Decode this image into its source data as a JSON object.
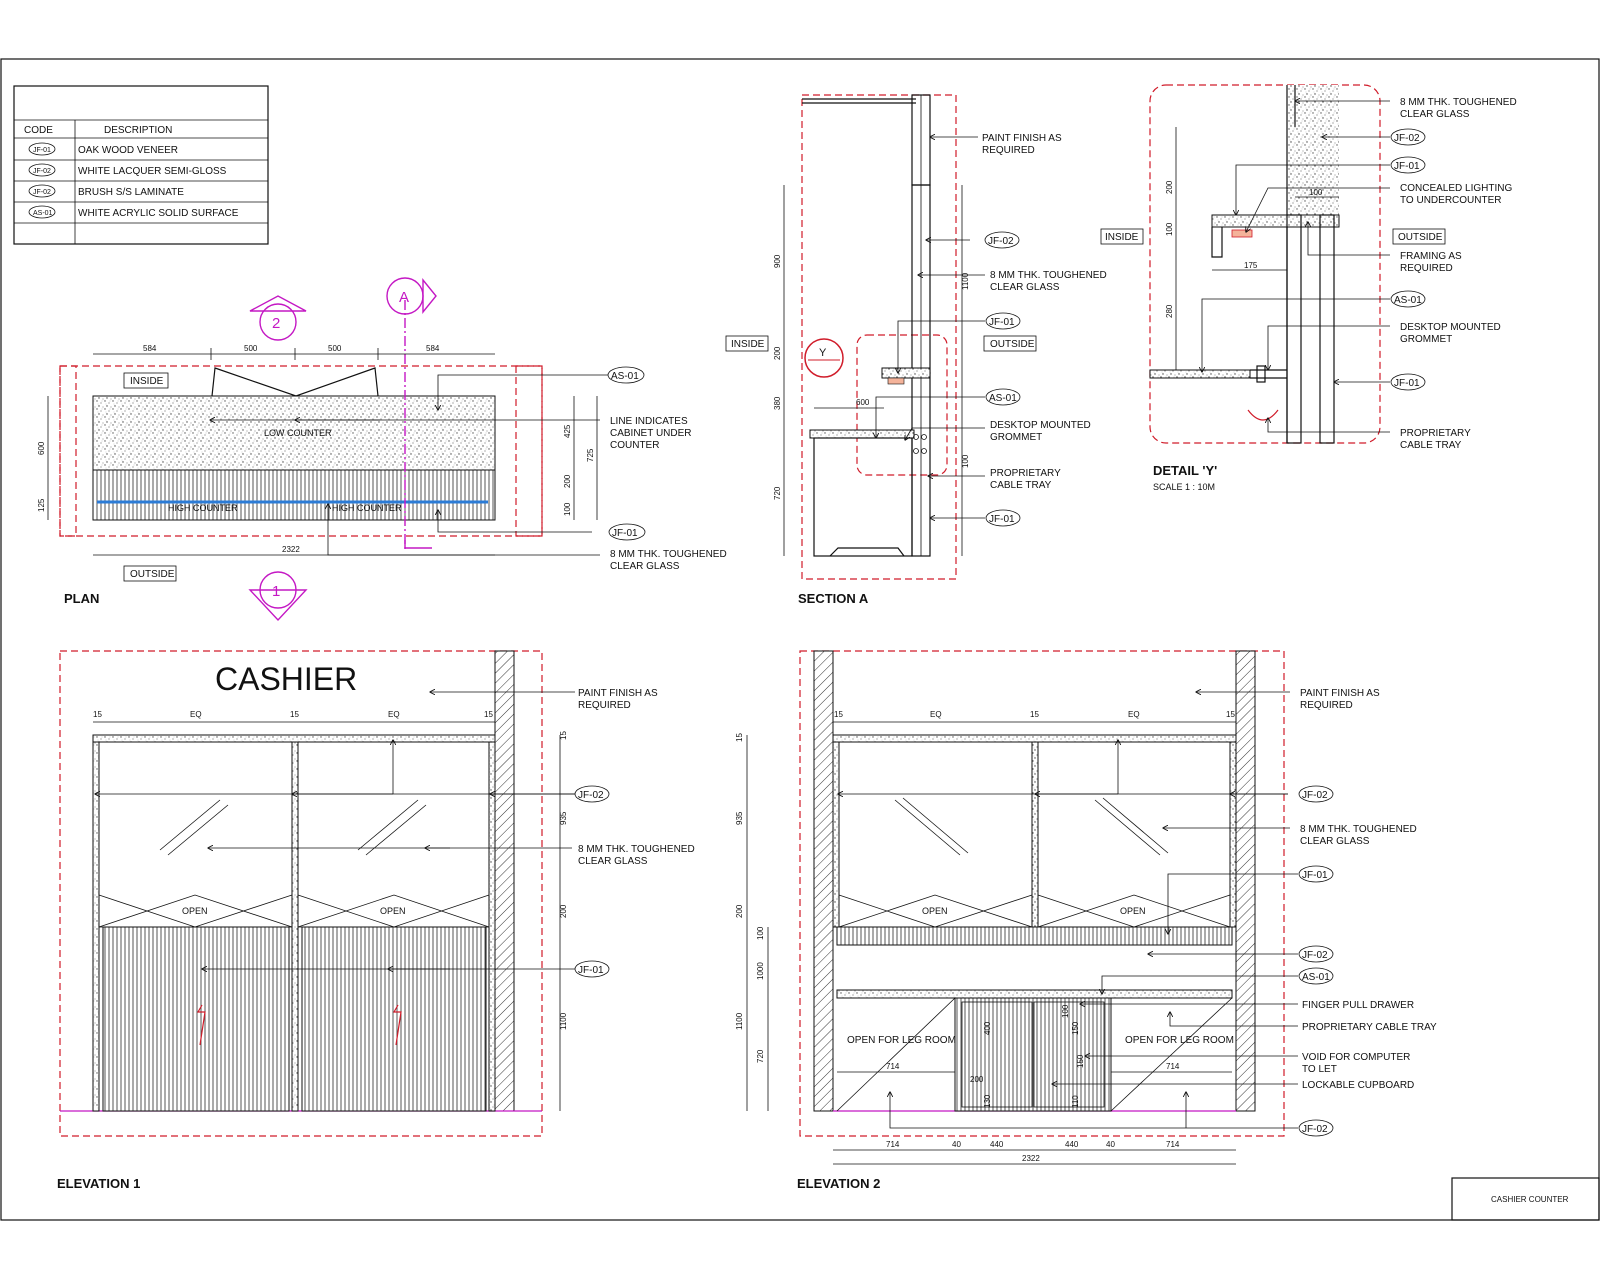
{
  "legend": {
    "header_code": "CODE",
    "header_desc": "DESCRIPTION",
    "rows": [
      {
        "code": "JF-01",
        "desc": "OAK WOOD VENEER"
      },
      {
        "code": "JF-02",
        "desc": "WHITE LACQUER SEMI-GLOSS"
      },
      {
        "code": "JF-02",
        "desc": "BRUSH S/S LAMINATE"
      },
      {
        "code": "AS-01",
        "desc": "WHITE ACRYLIC SOLID SURFACE"
      }
    ]
  },
  "titles": {
    "plan": "PLAN",
    "section": "SECTION A",
    "detail": "DETAIL 'Y'",
    "detail_scale": "SCALE 1 : 10M",
    "elev1": "ELEVATION 1",
    "elev2": "ELEVATION 2"
  },
  "title_block": {
    "name": "CASHIER COUNTER"
  },
  "markers": {
    "section": "A",
    "elev1": "1",
    "elev2": "2",
    "detail": "Y"
  },
  "labels": {
    "inside": "INSIDE",
    "outside": "OUTSIDE",
    "cashier": "CASHIER",
    "low_counter": "LOW COUNTER",
    "high_counter": "HIGH COUNTER",
    "open": "OPEN",
    "open_leg": "OPEN FOR LEG ROOM"
  },
  "tags": {
    "jf01": "JF-01",
    "jf02": "JF-02",
    "as01": "AS-01"
  },
  "notes": {
    "line_cabinet": [
      "LINE INDICATES",
      "CABINET UNDER",
      "COUNTER"
    ],
    "glass": [
      "8  MM  THK. TOUGHENED",
      "CLEAR  GLASS"
    ],
    "paint": [
      "PAINT  FINISH  AS",
      "REQUIRED"
    ],
    "grommet": [
      "DESKTOP  MOUNTED",
      "GROMMET"
    ],
    "cable_tray": [
      "PROPRIETARY",
      "CABLE  TRAY"
    ],
    "lighting": [
      "CONCEALED  LIGHTING",
      "TO  UNDERCOUNTER"
    ],
    "framing": [
      "FRAMING  AS",
      "REQUIRED"
    ],
    "finger_pull": "FINGER  PULL  DRAWER",
    "prop_cable": "PROPRIETARY  CABLE  TRAY",
    "void": [
      "VOID  FOR  COMPUTER",
      "TO  LET"
    ],
    "lockable": "LOCKABLE  CUPBOARD"
  },
  "dims": {
    "plan_top": [
      "584",
      "500",
      "500",
      "584"
    ],
    "plan_total": "2322",
    "plan_left": [
      "600",
      "125"
    ],
    "plan_right": [
      "425",
      "725",
      "200",
      "100"
    ],
    "section_left": [
      "900",
      "200",
      "380",
      "720"
    ],
    "section_right": [
      "1100",
      "100"
    ],
    "section_mid": "600",
    "detail": [
      "200",
      "100",
      "280",
      "175",
      "100"
    ],
    "elev_top": [
      "15",
      "EQ",
      "15",
      "EQ",
      "15"
    ],
    "elev1_right": [
      "15",
      "935",
      "200",
      "1100"
    ],
    "elev2_left": [
      "15",
      "935",
      "200",
      "100",
      "1000",
      "1100",
      "720"
    ],
    "elev2_bottom": [
      "714",
      "40",
      "440",
      "440",
      "40",
      "714"
    ],
    "elev2_total": "2322",
    "elev2_inner": [
      "714",
      "714",
      "200",
      "400",
      "150",
      "150",
      "130",
      "110",
      "100"
    ]
  }
}
